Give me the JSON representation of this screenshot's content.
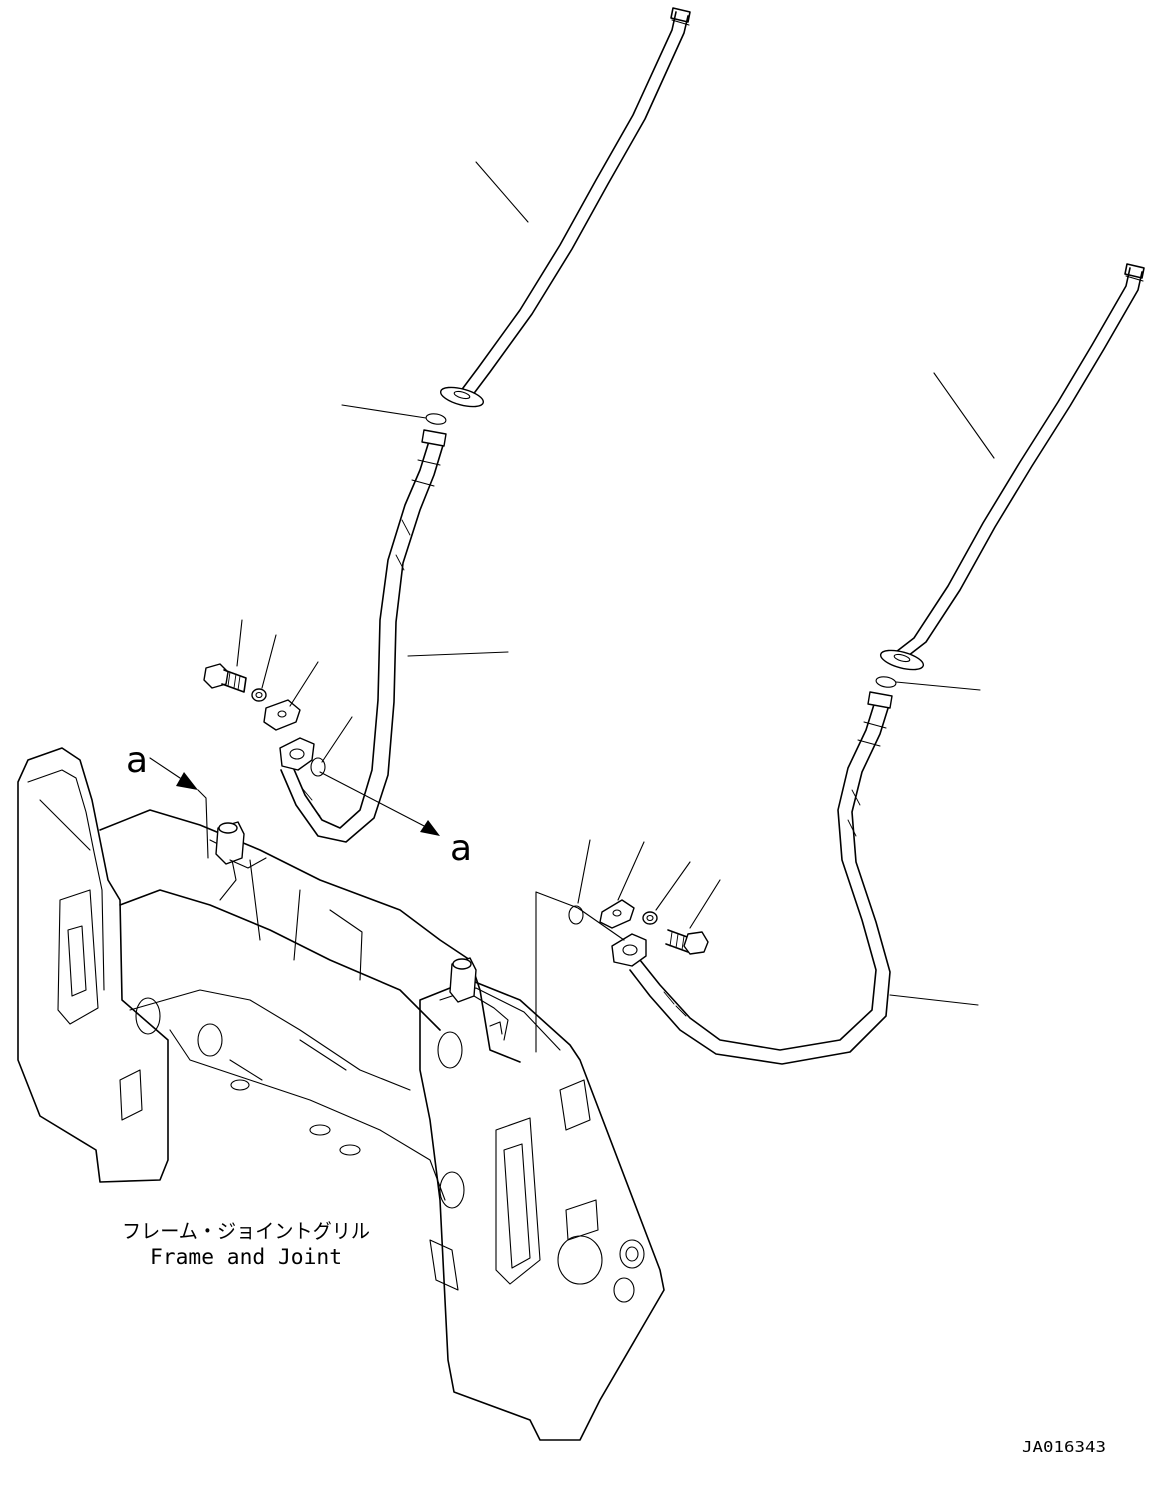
{
  "labels": {
    "view_marker_left": "a",
    "view_marker_right": "a",
    "frame_label_jp": "フレーム・ジョイントグリル",
    "frame_label_en": "Frame and Joint",
    "drawing_number": "JA016343"
  },
  "colors": {
    "line": "#000000",
    "background": "#ffffff"
  }
}
